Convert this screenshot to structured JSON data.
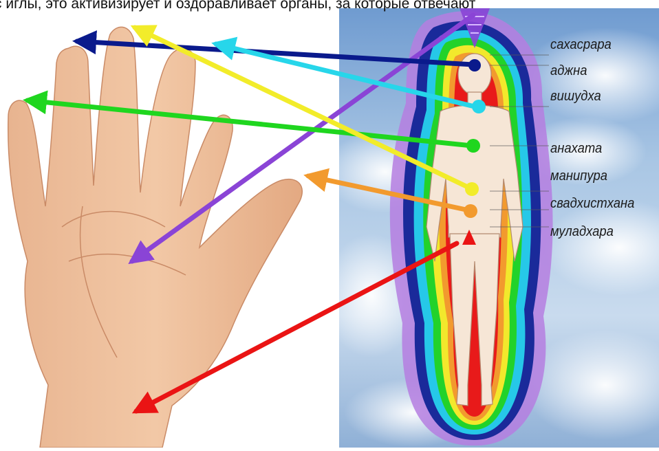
{
  "caption": "с иглы, это активизирует и оздоравливает органы, за которые отвечают",
  "chakras": [
    {
      "id": "sahasrara",
      "label": "сахасрара",
      "color": "#8a44d6"
    },
    {
      "id": "ajna",
      "label": "аджна",
      "color": "#0a1a8c"
    },
    {
      "id": "vishuddha",
      "label": "вишудха",
      "color": "#27d6ea"
    },
    {
      "id": "anahata",
      "label": "анахата",
      "color": "#1fd61f"
    },
    {
      "id": "manipura",
      "label": "манипура",
      "color": "#f2ec2a"
    },
    {
      "id": "svadhisthana",
      "label": "свадхистхана",
      "color": "#f29a2e"
    },
    {
      "id": "muladhara",
      "label": "муладхара",
      "color": "#ea1414"
    }
  ]
}
